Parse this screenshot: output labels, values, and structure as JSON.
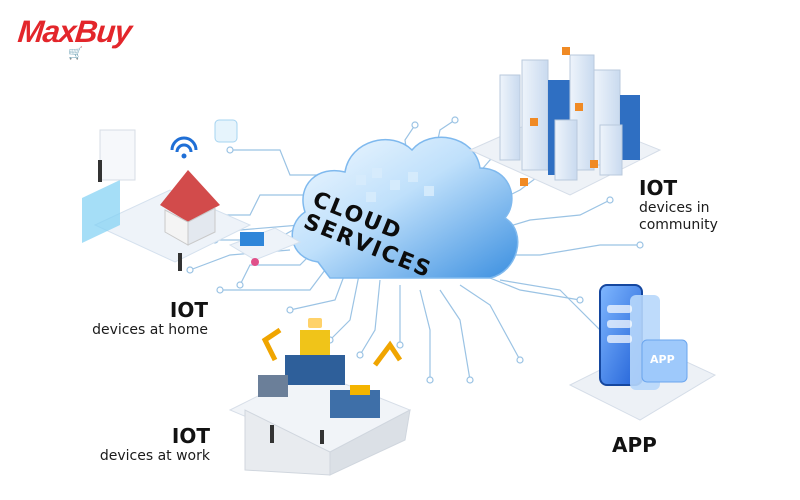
{
  "brand": {
    "logo_text": "MaxBuy",
    "logo_color": "#e3262b"
  },
  "cloud": {
    "line1": "CLOUD",
    "line2": "SERVICES"
  },
  "nodes": {
    "home": {
      "title": "IOT",
      "subtitle": "devices at home"
    },
    "work": {
      "title": "IOT",
      "subtitle": "devices at work"
    },
    "community": {
      "title": "IOT",
      "subtitle_line1": "devices in",
      "subtitle_line2": "community"
    },
    "app": {
      "label": "APP",
      "phone_badge": "APP"
    }
  },
  "colors": {
    "circuit": "#9bc3e4",
    "cloud_light": "#e6f3ff",
    "cloud_mid": "#8fc9f7",
    "cloud_dark": "#2f86d9",
    "text": "#121212"
  }
}
